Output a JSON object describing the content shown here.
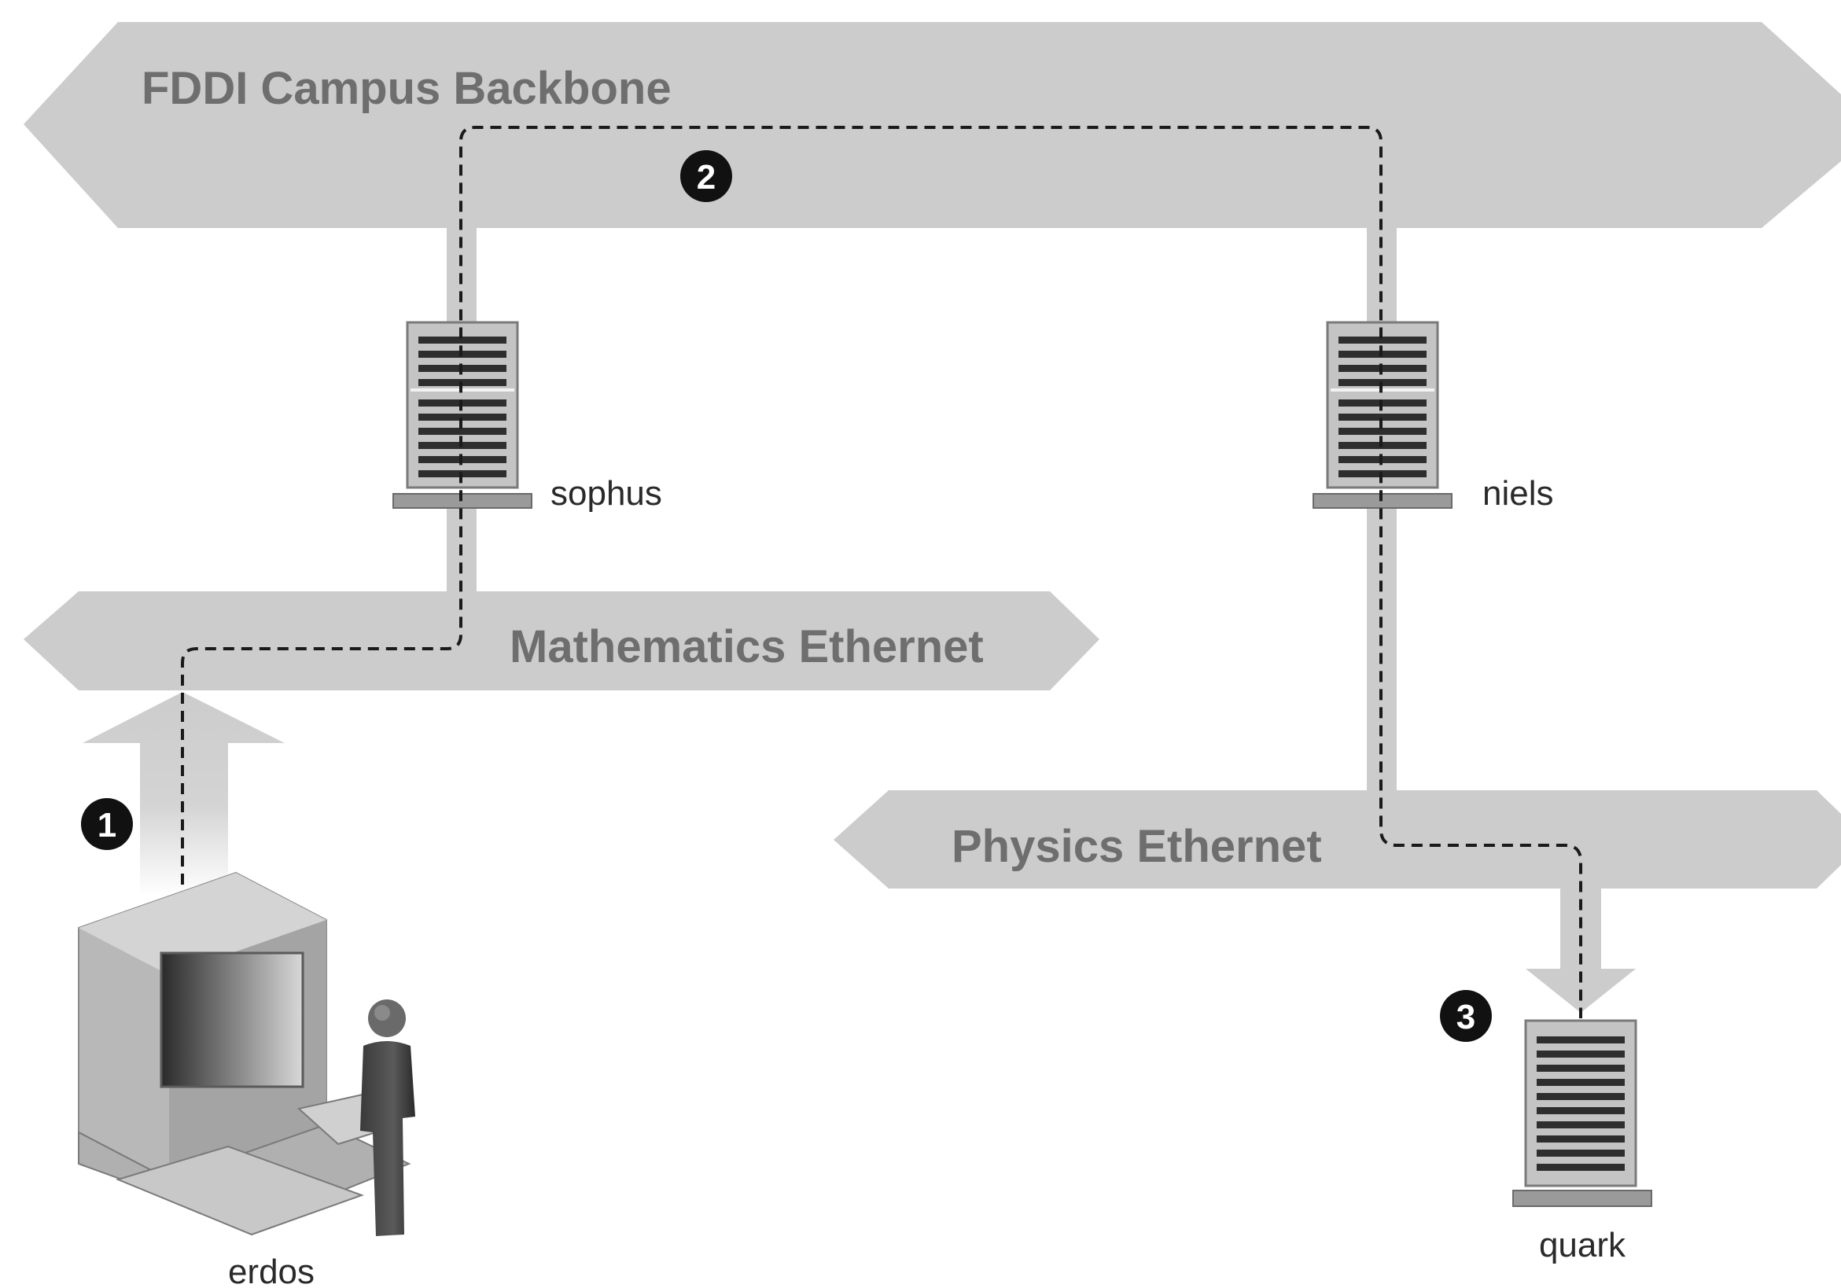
{
  "networks": {
    "backbone": "FDDI Campus Backbone",
    "math": "Mathematics Ethernet",
    "physics": "Physics Ethernet"
  },
  "hosts": {
    "sophus": "sophus",
    "niels": "niels",
    "quark": "quark",
    "erdos": "erdos"
  },
  "steps": [
    "1",
    "2",
    "3"
  ],
  "colors": {
    "band": "#cccccc",
    "server_body": "#c4c4c4",
    "server_slot": "#2e2e2e",
    "path": "#1a1a1a",
    "step_badge": "#111111"
  },
  "icons": {
    "router": "server-tower-icon",
    "workstation": "computer-workstation-icon",
    "user": "person-icon"
  }
}
